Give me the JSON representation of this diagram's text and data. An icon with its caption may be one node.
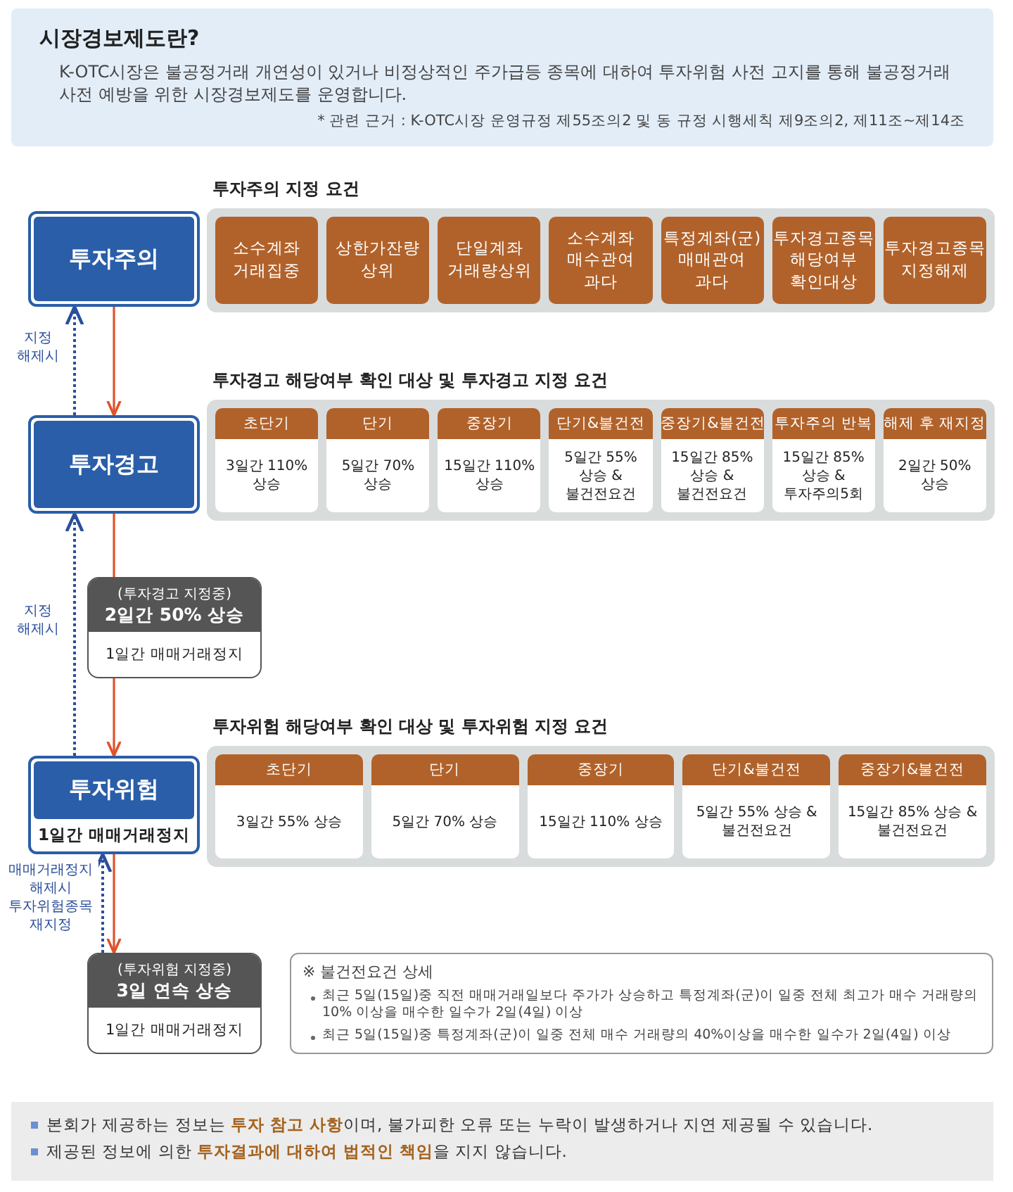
{
  "diagram": {
    "nodes": [
      {
        "text": [
          "시장경보제도란?",
          "K-OTC시장은 불공정거래 개연성이 있거나 비정상적인 주가급등 종목에 대하여 투자위험 사전 고지를 통해 불공정거래 사전 예방을 위한 시장경보제도를 운영합니다.",
          "* 관련 근거 : K-OTC시장 운영규정 제55조의2 및 동 규정 시행세칙 제9조의2, 제11조~제14조"
        ]
      },
      {
        "text": [
          "투자주의"
        ]
      },
      {
        "text": [
          "투자주의 지정 요건"
        ]
      },
      {
        "text": [
          "소수계좌 거래집중"
        ],
        "in": 2
      },
      {
        "text": [
          "상한가잔량 상위"
        ],
        "in": 2
      },
      {
        "text": [
          "단일계좌 거래량상위"
        ],
        "in": 2
      },
      {
        "text": [
          "소수계좌 매수관여 과다"
        ],
        "in": 2
      },
      {
        "text": [
          "특정계좌(군) 매매관여 과다"
        ],
        "in": 2
      },
      {
        "text": [
          "투자경고종목 해당여부 확인대상"
        ],
        "in": 2
      },
      {
        "text": [
          "투자경고종목 지정해제"
        ],
        "in": 2
      },
      {
        "text": [
          "투자경고"
        ]
      },
      {
        "text": [
          "투자경고 해당여부 확인 대상 및 투자경고 지정 요건"
        ]
      },
      {
        "text": [
          "초단기",
          "3일간 110% 상승"
        ],
        "in": 11
      },
      {
        "text": [
          "단기",
          "5일간 70% 상승"
        ],
        "in": 11
      },
      {
        "text": [
          "중장기",
          "15일간 110% 상승"
        ],
        "in": 11
      },
      {
        "text": [
          "단기&불건전",
          "5일간 55% 상승 &불건전요건"
        ],
        "in": 11
      },
      {
        "text": [
          "중장기&불건전",
          "15일간 85% 상승 &불건전요건"
        ],
        "in": 11
      },
      {
        "text": [
          "투자주의 반복",
          "15일간 85% 상승 &투자주의5회"
        ],
        "in": 11
      },
      {
        "text": [
          "해제 후 재지정",
          "2일간 50% 상승"
        ],
        "in": 11
      },
      {
        "text": [
          "(투자경고 지정중)",
          "2일간 50% 상승",
          "1일간 매매거래정지"
        ]
      },
      {
        "text": [
          "투자위험",
          "1일간 매매거래정지"
        ]
      },
      {
        "text": [
          "투자위험 해당여부 확인 대상 및 투자위험 지정 요건"
        ]
      },
      {
        "text": [
          "초단기",
          "3일간 55% 상승"
        ],
        "in": 21
      },
      {
        "text": [
          "단기",
          "5일간 70% 상승"
        ],
        "in": 21
      },
      {
        "text": [
          "중장기",
          "15일간 110% 상승"
        ],
        "in": 21
      },
      {
        "text": [
          "단기&불건전",
          "5일간 55% 상승 &불건전요건"
        ],
        "in": 21
      },
      {
        "text": [
          "중장기&불건전",
          "15일간 85% 상승 &불건전요건"
        ],
        "in": 21
      },
      {
        "text": [
          "(투자위험 지정중)",
          "3일 연속 상승",
          "1일간 매매거래정지"
        ]
      },
      {
        "text": [
          "※ 불건전요건 상세",
          "최근 5일(15일)중 직전 매매거래일보다 주가가 상승하고 특정계좌(군)이 일중 전체 최고가 매수 거래량의 10% 이상을 매수한 일수가 2일(4일) 이상",
          "최근 5일(15일)중 특정계좌(군)이 일중 전체 매수 거래량의 40%이상을 매수한 일수가 2일(4일) 이상"
        ]
      },
      {
        "text": [
          "본회가 제공하는 정보는 **투자 참고 사항**이며, 불가피한 오류 또는 누락이 발생하거나 지연 제공될 수 있습니다.",
          "제공된 정보에 의한 **투자결과에 대하여 법적인 책임**을 지지 않습니다."
        ]
      }
    ],
    "edges": [
      {
        "from": 1,
        "to": 10,
        "arrow": "to"
      },
      {
        "from": 10,
        "to": 1,
        "arrow": "to",
        "label": "지정 해제시",
        "style": "dashed",
        "color": "#2b4f9b"
      },
      {
        "from": 10,
        "to": 19,
        "arrow": "none"
      },
      {
        "from": 19,
        "to": 20,
        "arrow": "to"
      },
      {
        "from": 20,
        "to": 10,
        "arrow": "to",
        "label": "지정 해제시",
        "style": "dashed",
        "color": "#2b4f9b"
      },
      {
        "from": 20,
        "to": 27,
        "arrow": "to"
      },
      {
        "from": 27,
        "to": 20,
        "arrow": "to",
        "label": "매매거래정지 해제시 투자위험종목 재지정",
        "style": "dashed",
        "color": "#2b4f9b"
      }
    ]
  }
}
